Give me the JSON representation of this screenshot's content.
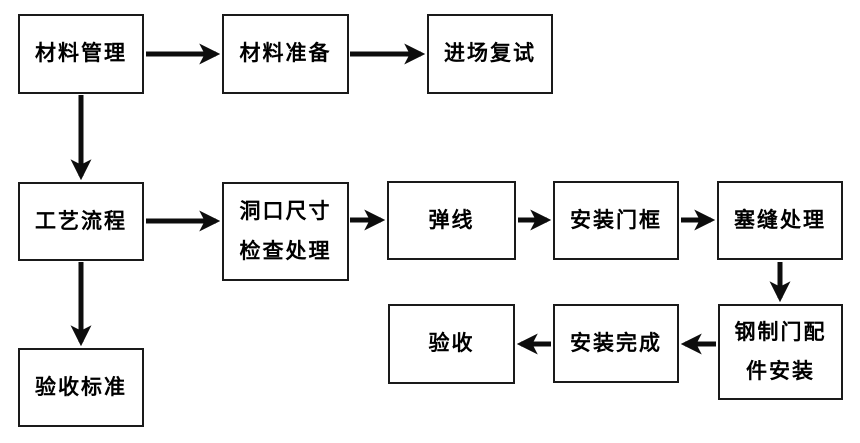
{
  "diagram": {
    "kind": "flowchart",
    "colors": {
      "background": "#ffffff",
      "box_border": "#1a1a1a",
      "arrow": "#0d0d0d",
      "text": "#000000"
    },
    "nodes": [
      {
        "id": "material-management",
        "lines": [
          "材料管理"
        ]
      },
      {
        "id": "material-preparation",
        "lines": [
          "材料准备"
        ]
      },
      {
        "id": "site-entry-retest",
        "lines": [
          "进场复试"
        ]
      },
      {
        "id": "process-flow",
        "lines": [
          "工艺流程"
        ]
      },
      {
        "id": "opening-size-check",
        "lines": [
          "洞口尺寸",
          "检查处理"
        ]
      },
      {
        "id": "snap-lines",
        "lines": [
          "弹线"
        ]
      },
      {
        "id": "install-door-frame",
        "lines": [
          "安装门框"
        ]
      },
      {
        "id": "gap-sealing",
        "lines": [
          "塞缝处理"
        ]
      },
      {
        "id": "acceptance",
        "lines": [
          "验收"
        ]
      },
      {
        "id": "installation-complete",
        "lines": [
          "安装完成"
        ]
      },
      {
        "id": "steel-door-fittings",
        "lines": [
          "钢制门配",
          "件安装"
        ]
      },
      {
        "id": "acceptance-criteria",
        "lines": [
          "验收标准"
        ]
      }
    ],
    "edges": [
      {
        "from": "material-management",
        "to": "material-preparation",
        "direction": "right"
      },
      {
        "from": "material-preparation",
        "to": "site-entry-retest",
        "direction": "right"
      },
      {
        "from": "material-management",
        "to": "process-flow",
        "direction": "down"
      },
      {
        "from": "process-flow",
        "to": "opening-size-check",
        "direction": "right"
      },
      {
        "from": "opening-size-check",
        "to": "snap-lines",
        "direction": "right"
      },
      {
        "from": "snap-lines",
        "to": "install-door-frame",
        "direction": "right"
      },
      {
        "from": "install-door-frame",
        "to": "gap-sealing",
        "direction": "right"
      },
      {
        "from": "gap-sealing",
        "to": "steel-door-fittings",
        "direction": "down"
      },
      {
        "from": "steel-door-fittings",
        "to": "installation-complete",
        "direction": "left"
      },
      {
        "from": "installation-complete",
        "to": "acceptance",
        "direction": "left"
      },
      {
        "from": "process-flow",
        "to": "acceptance-criteria",
        "direction": "down"
      }
    ]
  }
}
